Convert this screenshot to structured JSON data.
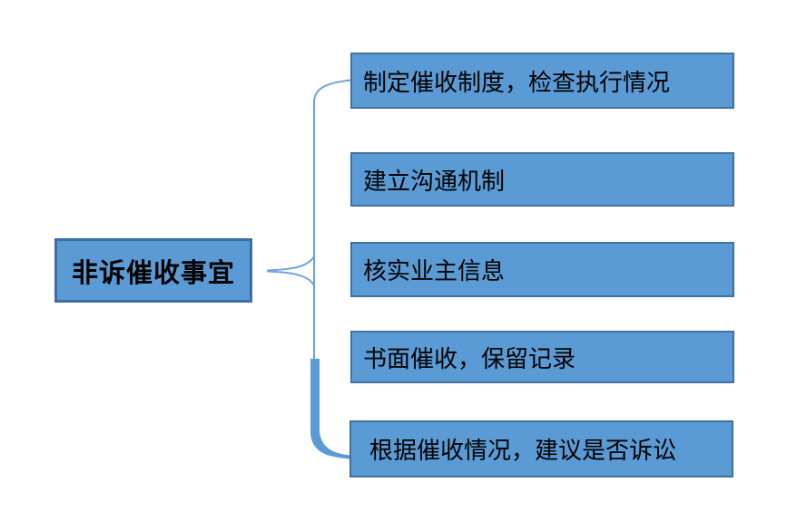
{
  "diagram": {
    "root": {
      "label": "非诉催收事宜"
    },
    "branches": [
      {
        "label": "制定催收制度，检查执行情况"
      },
      {
        "label": "建立沟通机制"
      },
      {
        "label": "核实业主信息"
      },
      {
        "label": "书面催收，保留记录"
      },
      {
        "label": "根据催收情况，建议是否诉讼"
      }
    ],
    "colors": {
      "background": "#ffffff",
      "box_fill": "#5b9bd5",
      "box_border": "#41719c",
      "root_border": "#3a6ea5",
      "connector": "#6fa3d8",
      "connector_thick": "#5b9bd5",
      "text": "#000000"
    }
  }
}
